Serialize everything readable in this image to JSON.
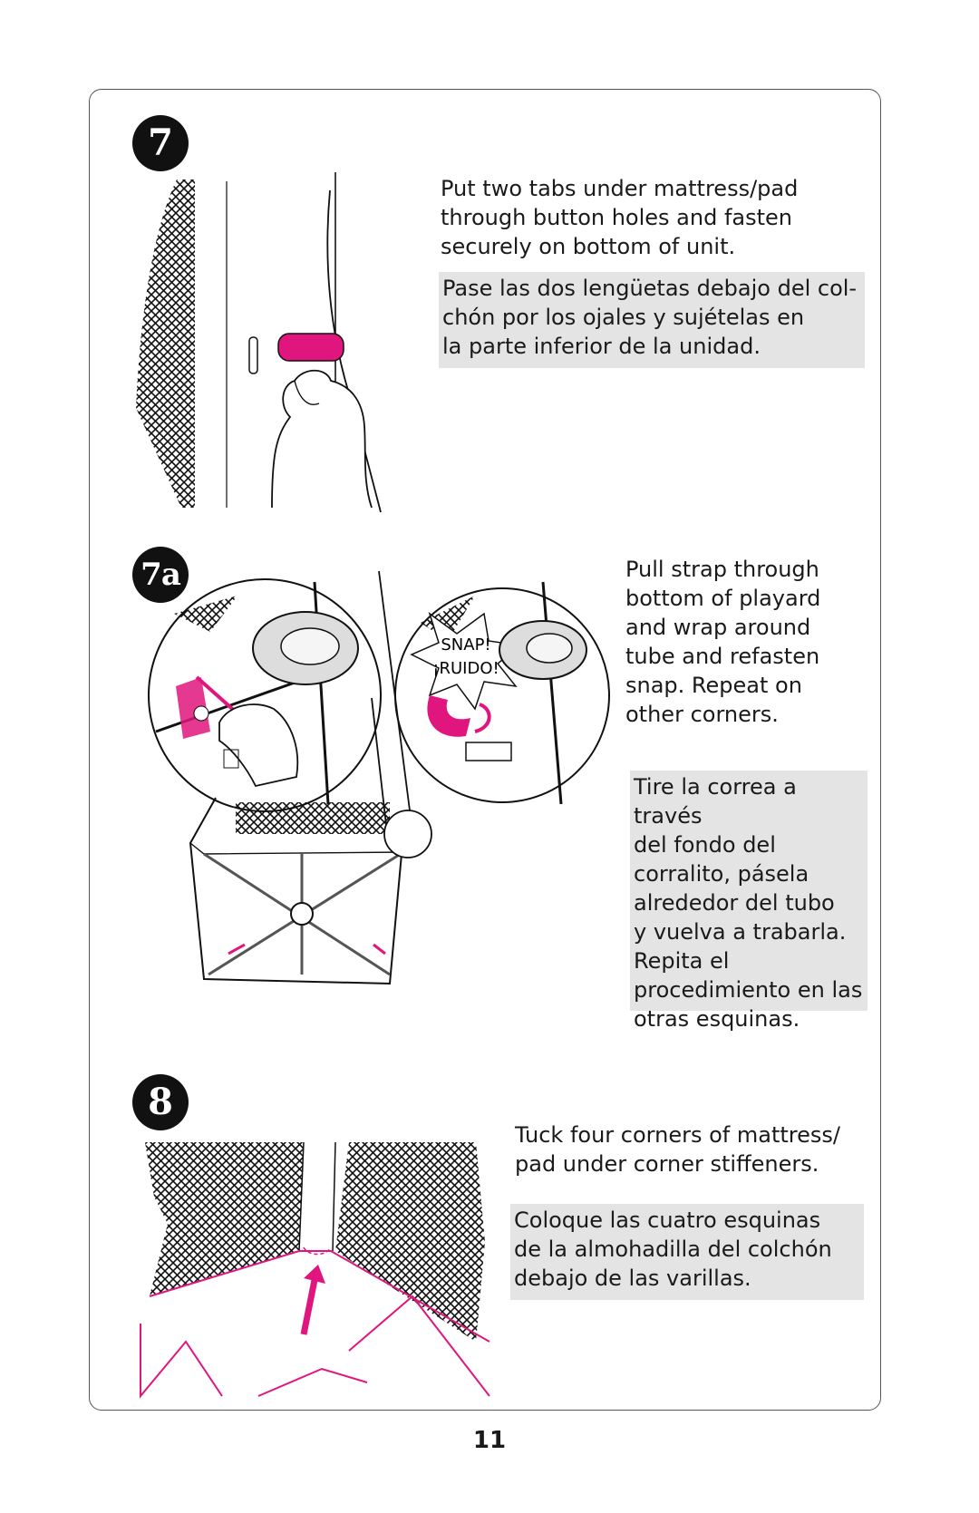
{
  "steps": [
    {
      "number": "7",
      "text_en": "Put two tabs under mattress/pad\nthrough button holes and fasten\nsecurely on bottom of unit.",
      "text_es": "Pase las dos lengüetas debajo del col-\nchón por los ojales y sujételas en\nla parte inferior de la unidad."
    },
    {
      "number": "7a",
      "text_en": "Pull strap through\nbottom of playard\nand wrap around\ntube and refasten\nsnap. Repeat on\nother corners.",
      "text_es": "Tire la correa a través\ndel fondo del\ncorralito, pásela\nalrededor del tubo\ny vuelva a trabarla.\nRepita el\nprocedimiento en las\notras esquinas.",
      "snap_label": "SNAP!",
      "ruido_label": "¡RUIDO!"
    },
    {
      "number": "8",
      "text_en": "Tuck four corners of mattress/\npad under corner stiffeners.",
      "text_es": "Coloque las cuatro esquinas\nde la almohadilla del colchón\ndebajo de las varillas."
    }
  ],
  "page_number": "11",
  "colors": {
    "accent": "#e0167e",
    "badge": "#111111",
    "spanish_bg": "#e4e4e4"
  }
}
